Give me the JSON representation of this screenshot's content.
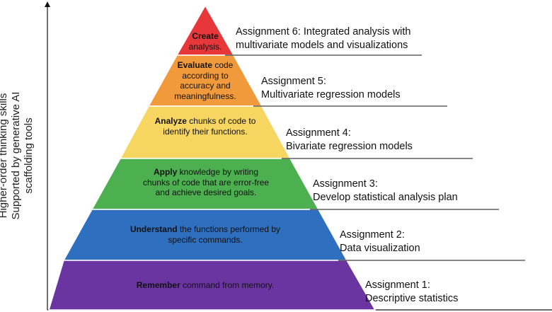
{
  "y_axis": {
    "label_line1": "Higher-order thinking skills",
    "label_line2": "Supported by generative AI",
    "label_line3": "scaffolding tools"
  },
  "tiers": [
    {
      "key": "create",
      "bold": "Create",
      "rest": " analysis.",
      "color": "#E8373B"
    },
    {
      "key": "evaluate",
      "bold": "Evaluate",
      "rest": " code according to accuracy and meaningfulness.",
      "color": "#F09A3C"
    },
    {
      "key": "analyze",
      "bold": "Analyze",
      "rest": " chunks of code to identify their functions.",
      "color": "#F7D561"
    },
    {
      "key": "apply",
      "bold": "Apply",
      "rest": " knowledge by writing chunks of code that are error-free and achieve desired goals.",
      "color": "#4CAF50"
    },
    {
      "key": "understand",
      "bold": "Understand",
      "rest": " the functions performed by specific commands.",
      "color": "#2E6FC0"
    },
    {
      "key": "remember",
      "bold": "Remember",
      "rest": " command from memory.",
      "color": "#6A35A0"
    }
  ],
  "assignments": [
    {
      "line1": "Assignment 6: Integrated analysis with",
      "line2": "multivariate models and visualizations"
    },
    {
      "line1": "Assignment 5:",
      "line2": "Multivariate regression models"
    },
    {
      "line1": "Assignment 4:",
      "line2": "Bivariate regression models"
    },
    {
      "line1": "Assignment 3:",
      "line2": "Develop statistical analysis plan"
    },
    {
      "line1": "Assignment 2:",
      "line2": "Data visualization"
    },
    {
      "line1": "Assignment 1:",
      "line2": "Descriptive statistics"
    }
  ]
}
